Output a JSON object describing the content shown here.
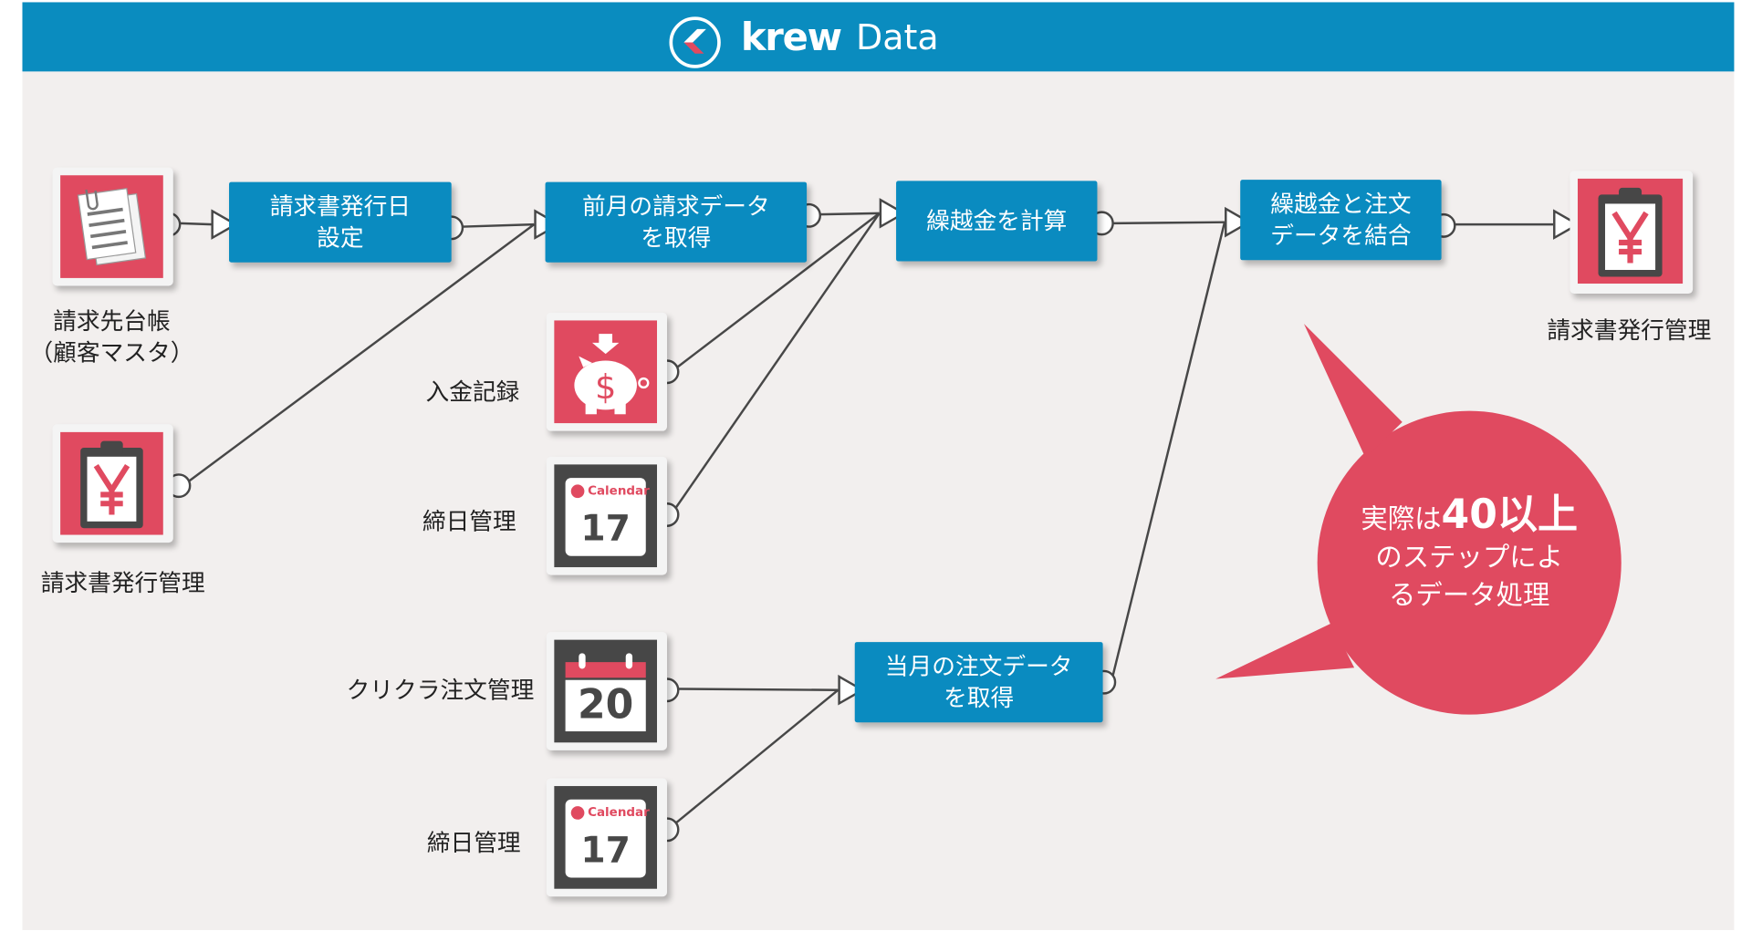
{
  "header": {
    "brand_word": "krew",
    "brand_suffix": "Data"
  },
  "sources": {
    "customer_ledger": {
      "line1": "請求先台帳",
      "line2": "（顧客マスタ）"
    },
    "invoice_mgmt_left": {
      "label": "請求書発行管理"
    },
    "payment_record": {
      "label": "入金記録"
    },
    "closing_date_1": {
      "label": "締日管理",
      "calendar_caption": "Calendar",
      "day": "17"
    },
    "kurikura_orders": {
      "label": "クリクラ注文管理",
      "day": "20"
    },
    "closing_date_2": {
      "label": "締日管理",
      "calendar_caption": "Calendar",
      "day": "17"
    }
  },
  "steps": {
    "set_issue_date": {
      "line1": "請求書発行日",
      "line2": "設定"
    },
    "get_prev_month": {
      "line1": "前月の請求データ",
      "line2": "を取得"
    },
    "calc_carryover": {
      "line1": "繰越金を計算"
    },
    "join_data": {
      "line1": "繰越金と注文",
      "line2": "データを結合"
    },
    "get_this_month": {
      "line1": "当月の注文データ",
      "line2": "を取得"
    }
  },
  "output": {
    "label": "請求書発行管理"
  },
  "callout": {
    "prefix": "実際は",
    "highlight": "40以上",
    "line2": "のステップによ",
    "line3": "るデータ処理"
  },
  "colors": {
    "header": "#0a8cbf",
    "step": "#0a8bc0",
    "accent": "#e04a60",
    "dark": "#474747",
    "background": "#f2efee"
  }
}
